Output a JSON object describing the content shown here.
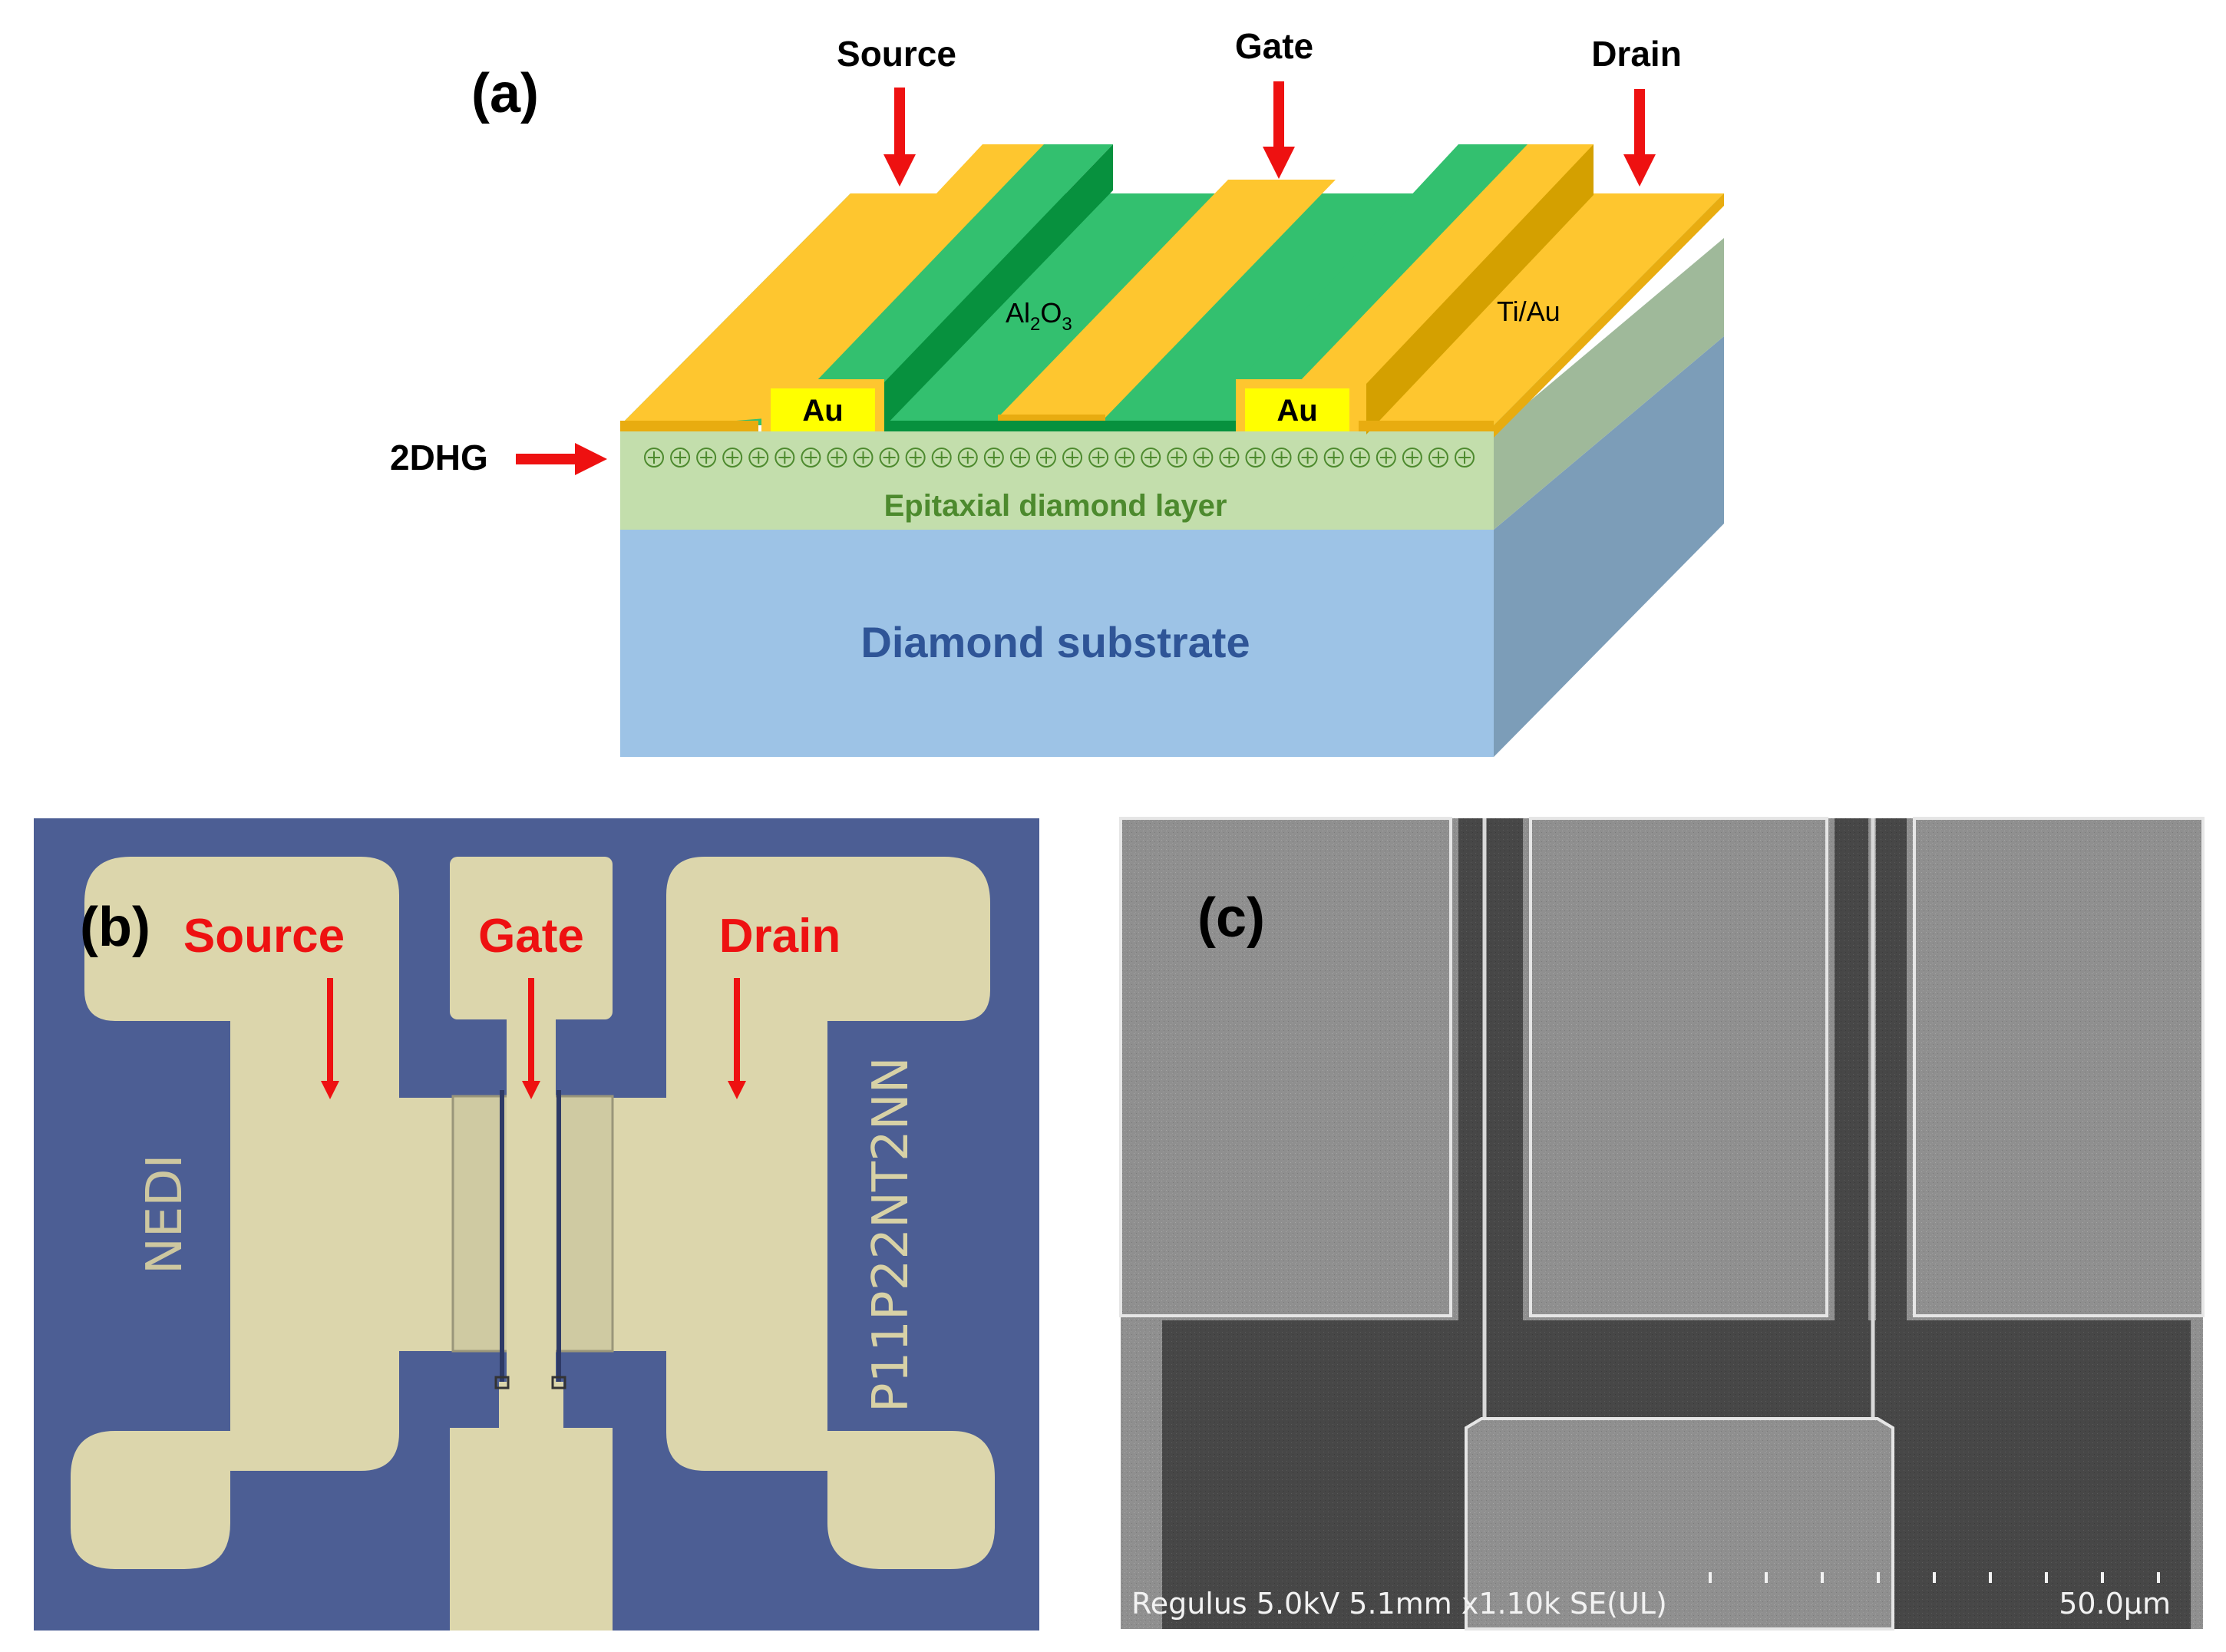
{
  "panel_a": {
    "label": "(a)",
    "source": "Source",
    "gate": "Gate",
    "drain": "Drain",
    "al2o3_base": "Al",
    "al2o3_sub1": "2",
    "al2o3_mid": "O",
    "al2o3_sub2": "3",
    "tiau": "Ti/Au",
    "au": "Au",
    "twodhg": "2DHG",
    "epi": "Epitaxial diamond layer",
    "substrate": "Diamond substrate",
    "hole_count": 32
  },
  "panel_b": {
    "label": "(b)",
    "source": "Source",
    "gate": "Gate",
    "drain": "Drain",
    "chip_text_left": "NEDI",
    "chip_text_right": "P11P22NT2NN"
  },
  "panel_c": {
    "label": "(c)",
    "info": "Regulus 5.0kV 5.1mm x1.10k SE(UL)",
    "scale": "50.0μm"
  },
  "colors": {
    "gold": "#fec62f",
    "gold_dark": "#d4a000",
    "green": "#33c06f",
    "green_dark": "#07913e",
    "au_pad": "#ffff00",
    "epi": "#c3deac",
    "epi_text": "#4d8a2e",
    "substrate": "#9dc3e6",
    "substrate_side": "#7c9db8",
    "substrate_text": "#2f5597",
    "arrow": "#ee1111",
    "optical_bg": "#4c5e94",
    "metal": "#dcd6ac",
    "sem_bg": "#8d8d8d"
  }
}
